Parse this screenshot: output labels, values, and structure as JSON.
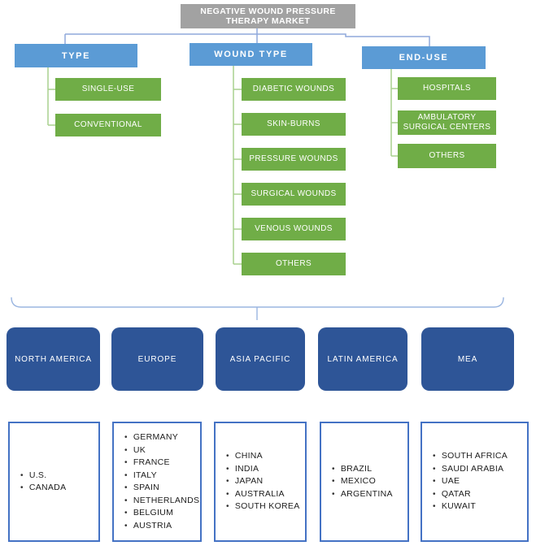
{
  "title": {
    "text": "NEGATIVE WOUND PRESSURE THERAPY MARKET"
  },
  "segments": {
    "columns": [
      {
        "header": "TYPE",
        "items": [
          "SINGLE-USE",
          "CONVENTIONAL"
        ]
      },
      {
        "header": "WOUND TYPE",
        "items": [
          "DIABETIC WOUNDS",
          "SKIN-BURNS",
          "PRESSURE WOUNDS",
          "SURGICAL WOUNDS",
          "VENOUS WOUNDS",
          "OTHERS"
        ]
      },
      {
        "header": "END-USE",
        "items": [
          "HOSPITALS",
          "AMBULATORY SURGICAL CENTERS",
          "OTHERS"
        ]
      }
    ]
  },
  "regions": [
    {
      "name": "NORTH AMERICA",
      "countries": [
        "U.S.",
        "CANADA"
      ]
    },
    {
      "name": "EUROPE",
      "countries": [
        "GERMANY",
        "UK",
        "FRANCE",
        "ITALY",
        "SPAIN",
        "NETHERLANDS",
        "BELGIUM",
        "AUSTRIA"
      ]
    },
    {
      "name": "ASIA PACIFIC",
      "countries": [
        "CHINA",
        "INDIA",
        "JAPAN",
        "AUSTRALIA",
        "SOUTH KOREA"
      ]
    },
    {
      "name": "LATIN AMERICA",
      "countries": [
        "BRAZIL",
        "MEXICO",
        "ARGENTINA"
      ]
    },
    {
      "name": "MEA",
      "countries": [
        "SOUTH AFRICA",
        "SAUDI ARABIA",
        "UAE",
        "QATAR",
        "KUWAIT"
      ]
    }
  ],
  "colors": {
    "title_bg": "#a2a2a2",
    "header_bg": "#5b9bd5",
    "segment_bg": "#70ad47",
    "region_bg": "#2e5597",
    "country_border": "#4472c4",
    "line_blue": "#8fa9dc",
    "line_green": "#a9d18e",
    "line_brace": "#9ab5e0"
  }
}
